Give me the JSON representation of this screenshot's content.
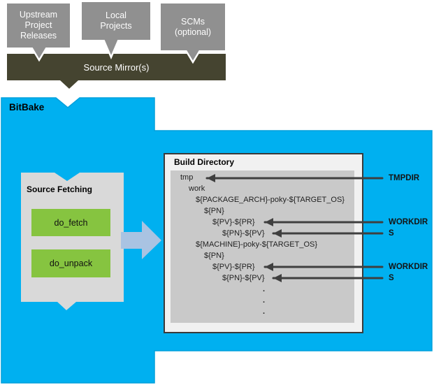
{
  "upstream_flow": {
    "boxes": [
      {
        "label": "Upstream\nProject\nReleases"
      },
      {
        "label": "Local\nProjects"
      },
      {
        "label": "SCMs\n(optional)"
      }
    ],
    "source_mirror_label": "Source Mirror(s)"
  },
  "bitbake": {
    "label": "BitBake",
    "source_fetching": {
      "title": "Source Fetching",
      "tasks": [
        {
          "name": "do_fetch"
        },
        {
          "name": "do_unpack"
        }
      ]
    },
    "build_directory": {
      "title": "Build Directory",
      "entries": [
        "tmp",
        "work",
        "${PACKAGE_ARCH}-poky-${TARGET_OS}",
        "${PN}",
        "${PV}-${PR}",
        "${PN}-${PV}",
        "${MACHINE}-poky-${TARGET_OS}",
        "${PN}",
        "${PV}-${PR}",
        "${PN}-${PV}",
        ".",
        ".",
        "."
      ]
    },
    "annotations": [
      {
        "label": "TMPDIR"
      },
      {
        "label": "WORKDIR"
      },
      {
        "label": "S"
      },
      {
        "label": "WORKDIR"
      },
      {
        "label": "S"
      }
    ]
  },
  "colors": {
    "bitbake_blue": "#00b0f0",
    "mirror_olive": "#454430",
    "source_box_gray": "#909090",
    "fetch_panel_gray": "#d9d9d9",
    "task_green": "#86c440",
    "listing_gray": "#c9c9c9",
    "annotation_arrow": "#3f3f3f",
    "flow_arrow_blue": "#a9c3e2"
  }
}
